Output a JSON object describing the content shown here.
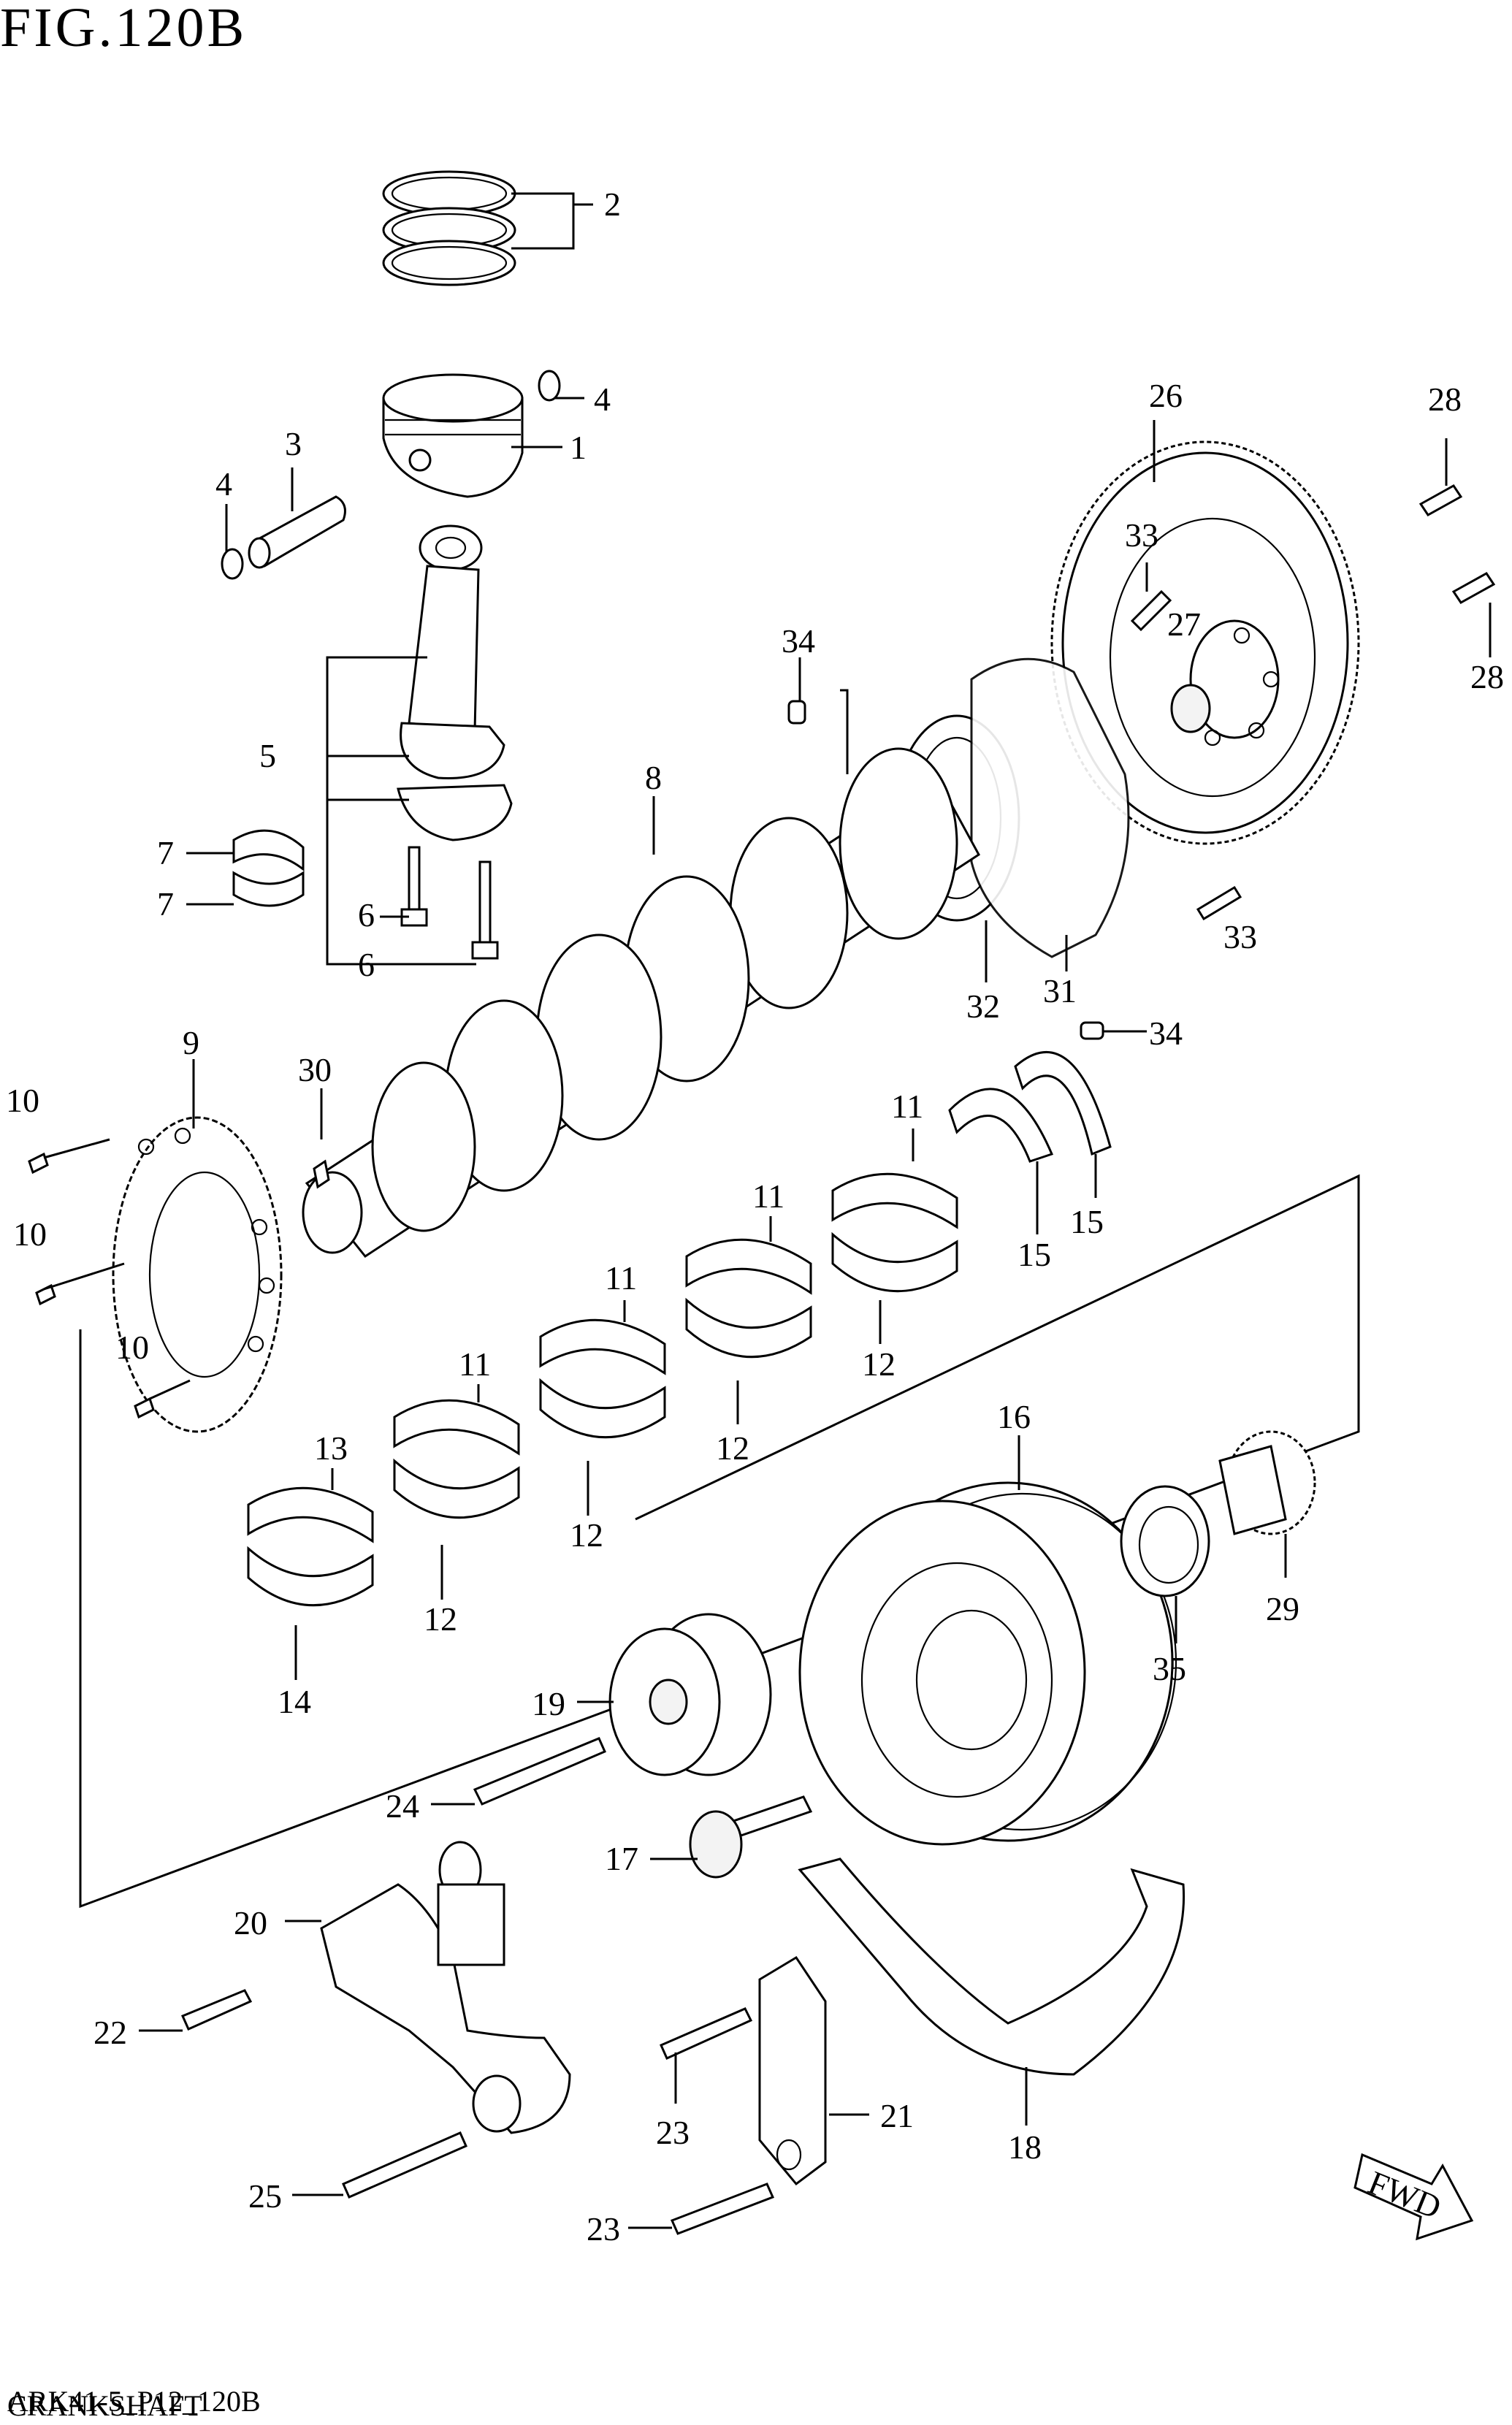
{
  "figure": {
    "title": "FIG.120B",
    "code": "ARK41-5_P12_120B",
    "name": "CRANKSHAFT",
    "fwd_label": "FWD"
  },
  "callouts": [
    {
      "id": "c-2",
      "text": "2"
    },
    {
      "id": "c-4a",
      "text": "4"
    },
    {
      "id": "c-1",
      "text": "1"
    },
    {
      "id": "c-3",
      "text": "3"
    },
    {
      "id": "c-4b",
      "text": "4"
    },
    {
      "id": "c-26",
      "text": "26"
    },
    {
      "id": "c-28a",
      "text": "28"
    },
    {
      "id": "c-33a",
      "text": "33"
    },
    {
      "id": "c-27",
      "text": "27"
    },
    {
      "id": "c-28b",
      "text": "28"
    },
    {
      "id": "c-34a",
      "text": "34"
    },
    {
      "id": "c-5",
      "text": "5"
    },
    {
      "id": "c-8",
      "text": "8"
    },
    {
      "id": "c-7a",
      "text": "7"
    },
    {
      "id": "c-7b",
      "text": "7"
    },
    {
      "id": "c-6a",
      "text": "6"
    },
    {
      "id": "c-6b",
      "text": "6"
    },
    {
      "id": "c-33b",
      "text": "33"
    },
    {
      "id": "c-32",
      "text": "32"
    },
    {
      "id": "c-31",
      "text": "31"
    },
    {
      "id": "c-34b",
      "text": "34"
    },
    {
      "id": "c-9",
      "text": "9"
    },
    {
      "id": "c-30",
      "text": "30"
    },
    {
      "id": "c-10a",
      "text": "10"
    },
    {
      "id": "c-11a",
      "text": "11"
    },
    {
      "id": "c-15a",
      "text": "15"
    },
    {
      "id": "c-15b",
      "text": "15"
    },
    {
      "id": "c-10b",
      "text": "10"
    },
    {
      "id": "c-11b",
      "text": "11"
    },
    {
      "id": "c-11c",
      "text": "11"
    },
    {
      "id": "c-12a",
      "text": "12"
    },
    {
      "id": "c-10c",
      "text": "10"
    },
    {
      "id": "c-11d",
      "text": "11"
    },
    {
      "id": "c-12b",
      "text": "12"
    },
    {
      "id": "c-13",
      "text": "13"
    },
    {
      "id": "c-16",
      "text": "16"
    },
    {
      "id": "c-12c",
      "text": "12"
    },
    {
      "id": "c-29",
      "text": "29"
    },
    {
      "id": "c-12d",
      "text": "12"
    },
    {
      "id": "c-35",
      "text": "35"
    },
    {
      "id": "c-14",
      "text": "14"
    },
    {
      "id": "c-19",
      "text": "19"
    },
    {
      "id": "c-24",
      "text": "24"
    },
    {
      "id": "c-17",
      "text": "17"
    },
    {
      "id": "c-20",
      "text": "20"
    },
    {
      "id": "c-22",
      "text": "22"
    },
    {
      "id": "c-21",
      "text": "21"
    },
    {
      "id": "c-23a",
      "text": "23"
    },
    {
      "id": "c-18",
      "text": "18"
    },
    {
      "id": "c-25",
      "text": "25"
    },
    {
      "id": "c-23b",
      "text": "23"
    }
  ]
}
